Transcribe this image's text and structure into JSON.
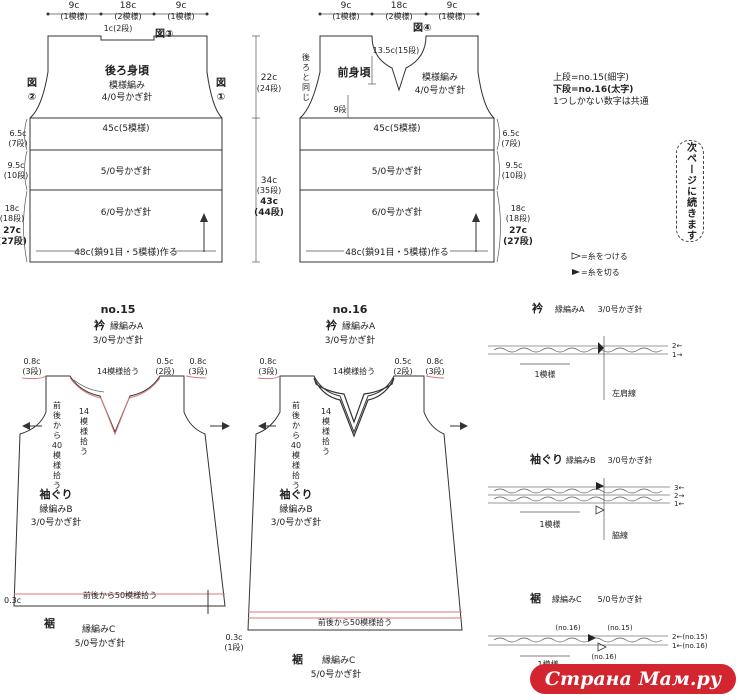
{
  "back": {
    "top_left": "9c",
    "top_left_sub": "(1模様)",
    "top_mid": "18c",
    "top_mid_sub": "(2模様)",
    "top_right": "9c",
    "top_right_sub": "(1模様)",
    "neck": "1c(2段)",
    "fig3": "図③",
    "title": "後ろ身頃",
    "pattern": "模様編み",
    "hook": "4/0号かぎ針",
    "fig2": "図②",
    "fig1": "図①",
    "band1": "45c(5模様)",
    "band2": "5/0号かぎ針",
    "band3": "6/0号かぎ針",
    "bottom": "48c(鎖91目・5模様)作る",
    "l1": "6.5c",
    "l1s": "(7段)",
    "l2": "9.5c",
    "l2s": "(10段)",
    "l3": "18c",
    "l3s": "(18段)",
    "l4": "27c",
    "l4s": "(27段)"
  },
  "mid": {
    "a": "22c",
    "as": "(24段)",
    "b": "34c",
    "bs": "(35段)",
    "c": "43c",
    "cs": "(44段)"
  },
  "front": {
    "top_left": "9c",
    "top_left_sub": "(1模様)",
    "top_mid": "18c",
    "top_mid_sub": "(2模様)",
    "top_right": "9c",
    "top_right_sub": "(1模様)",
    "fig4": "図④",
    "neck": "13.5c(15段)",
    "same": "後ろと同じ",
    "title": "前身頃",
    "pattern": "模様編み",
    "hook": "4/0号かぎ針",
    "rows9": "9段",
    "band1": "45c(5模様)",
    "band2": "5/0号かぎ針",
    "band3": "6/0号かぎ針",
    "bottom": "48c(鎖91目・5模様)作る",
    "r1": "6.5c",
    "r1s": "(7段)",
    "r2": "9.5c",
    "r2s": "(10段)",
    "r3": "18c",
    "r3s": "(18段)",
    "r4": "27c",
    "r4s": "(27段)"
  },
  "notes": {
    "line1": "上段=no.15(細字)",
    "line2": "下段=no.16(太字)",
    "line3": "1つしかない数字は共通",
    "side": "次ページに続きます",
    "attach": "=糸をつける",
    "cut": "=糸を切る"
  },
  "no15": {
    "title": "no.15",
    "collar": "衿",
    "collar_pat": "縁編みA",
    "collar_hook": "3/0号かぎ針",
    "lt": "0.8c",
    "lts": "(3段)",
    "pick14": "14模様拾う",
    "neck_r": "0.5c",
    "neck_rs": "(2段)",
    "rt": "0.8c",
    "rts": "(3段)",
    "vpick": "14模様拾う",
    "side_pick": "前後から40模様拾う",
    "arm": "袖ぐり",
    "arm_pat": "縁編みB",
    "arm_hook": "3/0号かぎ針",
    "hem_pick": "前後から50模様拾う",
    "hem_side": "0.3c",
    "hem_sides": "(1段)",
    "hem": "裾",
    "hem_pat": "縁編みC",
    "hem_hook": "5/0号かぎ針"
  },
  "no16": {
    "title": "no.16",
    "collar": "衿",
    "collar_pat": "縁編みA",
    "collar_hook": "3/0号かぎ針",
    "lt": "0.8c",
    "lts": "(3段)",
    "pick14": "14模様拾う",
    "neck_r": "0.5c",
    "neck_rs": "(2段)",
    "rt": "0.8c",
    "rts": "(3段)",
    "vpick": "14模様拾う",
    "side_pick": "前後から40模様拾う",
    "arm": "袖ぐり",
    "arm_pat": "縁編みB",
    "arm_hook": "3/0号かぎ針",
    "hem_pick": "前後から50模様拾う",
    "hem_side": "0.3c",
    "hem_sides": "(1段)",
    "hem": "裾",
    "hem_pat": "縁編みC",
    "hem_hook": "5/0号かぎ針"
  },
  "charts": {
    "a_title": "衿",
    "a_pat": "縁編みA",
    "a_hook": "3/0号かぎ針",
    "a_row2": "2←",
    "a_row1": "1→",
    "a_rep": "1模様",
    "a_line": "左肩線",
    "b_title": "袖ぐり",
    "b_pat": "縁編みB",
    "b_hook": "3/0号かぎ針",
    "b_row3": "3←",
    "b_row2": "2→",
    "b_row1": "1←",
    "b_rep": "1模様",
    "b_line": "脇線",
    "c_title": "裾",
    "c_pat": "縁編みC",
    "c_hook": "5/0号かぎ針",
    "c_tag16a": "(no.16)",
    "c_tag15": "(no.15)",
    "c_tag16b": "(no.16)",
    "c_row2": "2←(no.15)",
    "c_row1": "1←(no.16)",
    "c_rep": "1模様"
  },
  "watermark": "Страна Мам.ру"
}
